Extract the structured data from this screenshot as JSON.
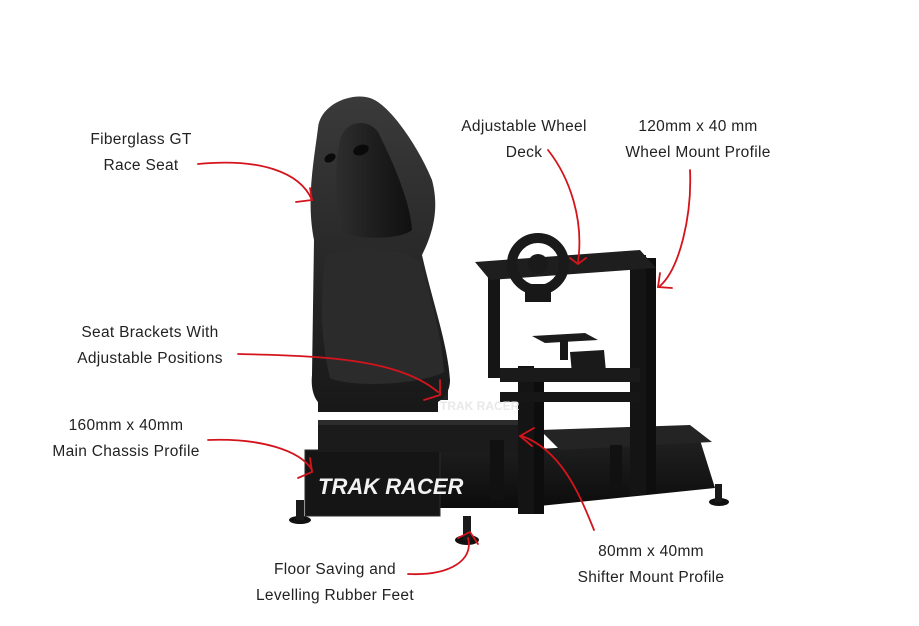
{
  "labels": {
    "race_seat": {
      "line1": "Fiberglass GT",
      "line2": "Race Seat"
    },
    "wheel_deck": {
      "line1": "Adjustable Wheel",
      "line2": "Deck"
    },
    "wheel_mount": {
      "line1": "120mm x 40 mm",
      "line2": "Wheel Mount Profile"
    },
    "seat_brackets": {
      "line1": "Seat Brackets With",
      "line2": "Adjustable Positions"
    },
    "main_chassis": {
      "line1": "160mm x 40mm",
      "line2": "Main Chassis Profile"
    },
    "rubber_feet": {
      "line1": "Floor Saving and",
      "line2": "Levelling Rubber Feet"
    },
    "shifter_mount": {
      "line1": "80mm x 40mm",
      "line2": "Shifter Mount Profile"
    }
  },
  "branding": {
    "chassis_logo": "TRAK RACER",
    "seat_logo": "TRAK RACER"
  },
  "colors": {
    "arrow": "#d4141c",
    "text": "#222222",
    "frame": "#141414",
    "seat": "#1c1c1c",
    "background": "#ffffff"
  }
}
